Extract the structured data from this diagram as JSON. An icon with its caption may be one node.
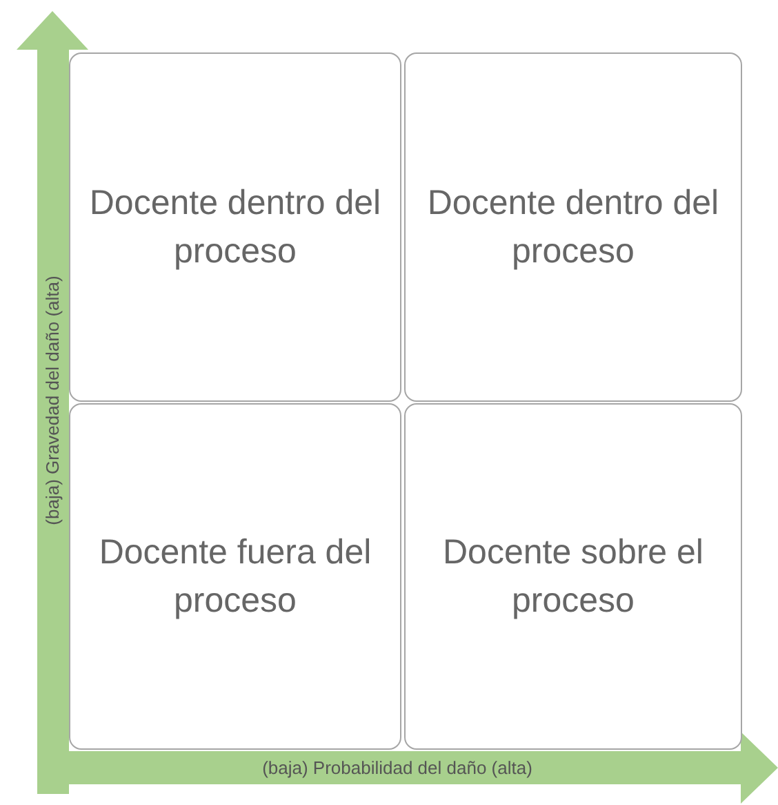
{
  "diagram": {
    "nodes": [
      {
        "text": [
          "Docente dentro del proceso"
        ]
      },
      {
        "text": [
          "Docente dentro del proceso"
        ]
      },
      {
        "text": [
          "Docente fuera del proceso"
        ]
      },
      {
        "text": [
          "Docente sobre el proceso"
        ]
      }
    ],
    "labels": [
      "(baja) Gravedad del daño (alta)",
      "(baja) Probabilidad del daño (alta)"
    ]
  }
}
